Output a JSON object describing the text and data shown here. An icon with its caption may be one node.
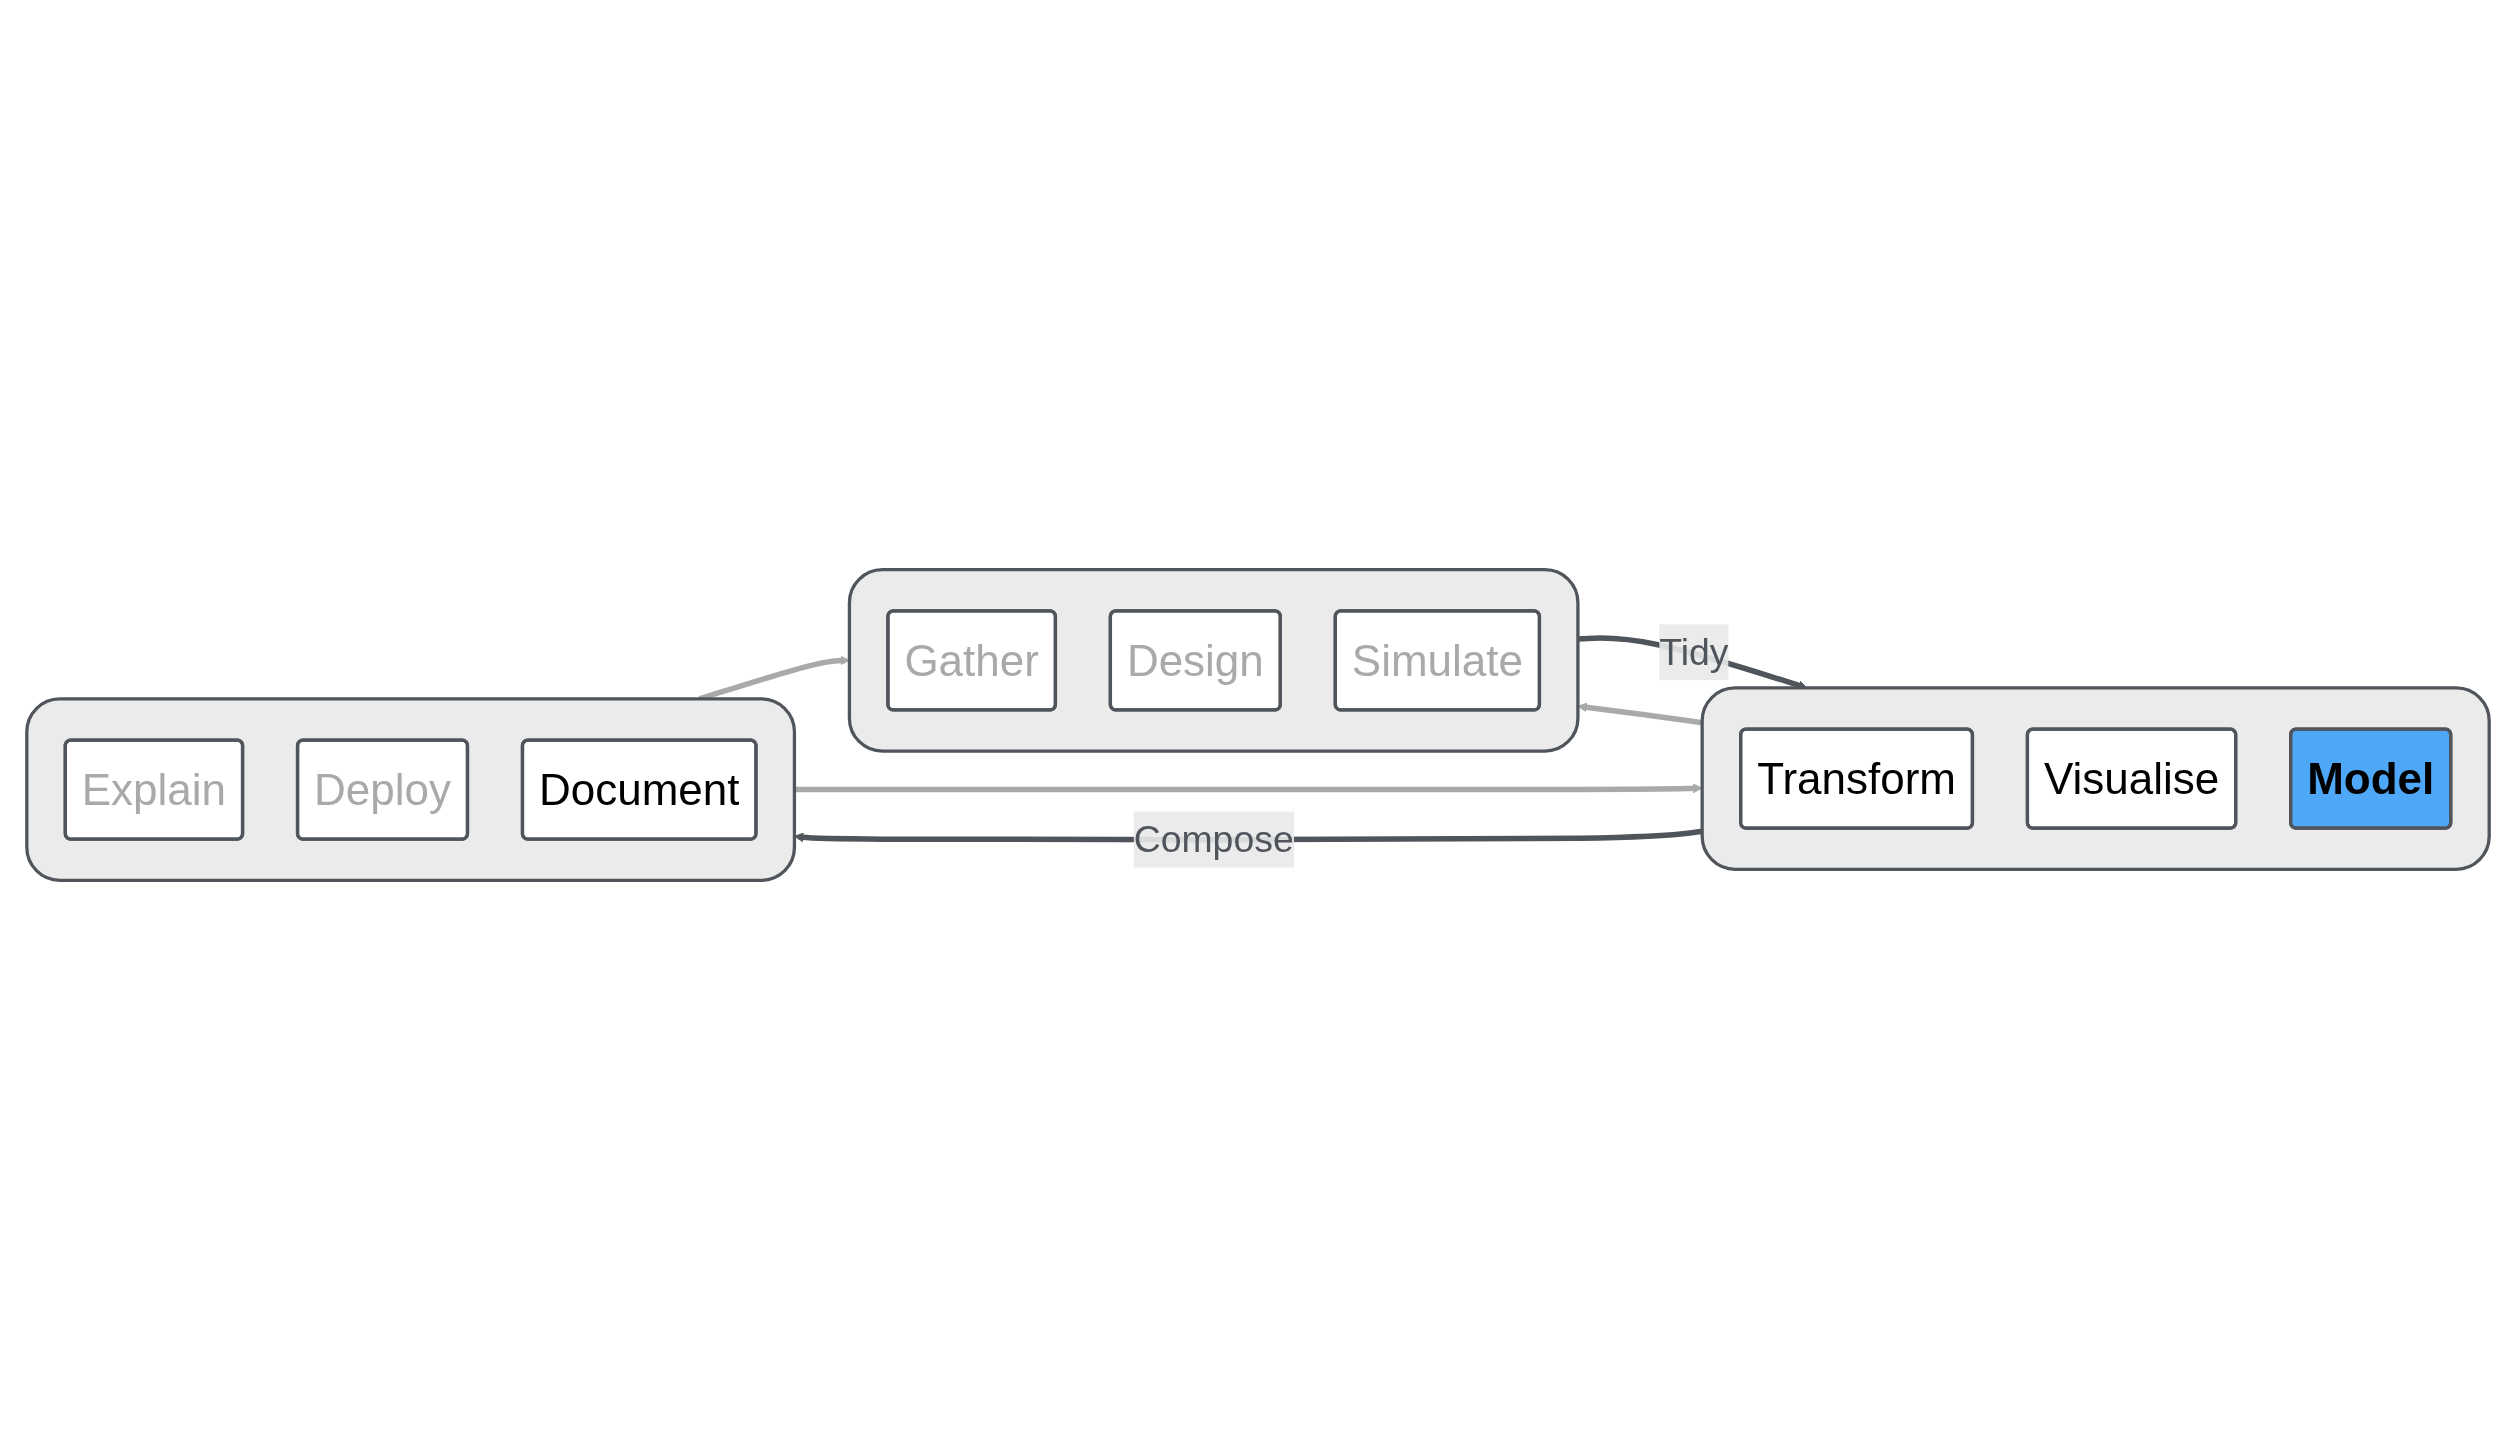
{
  "diagram": {
    "nodes": [
      {
        "text": [],
        "shape": "box"
      },
      {
        "text": [
          "Gather"
        ],
        "in": 0
      },
      {
        "text": [
          "Design"
        ],
        "in": 0
      },
      {
        "text": [
          "Simulate"
        ],
        "in": 0
      },
      {
        "text": [],
        "shape": "box"
      },
      {
        "text": [
          "Transform"
        ],
        "in": 4
      },
      {
        "text": [
          "Visualise"
        ],
        "in": 4
      },
      {
        "text": [
          "Model"
        ],
        "in": 4
      },
      {
        "text": [],
        "shape": "box"
      },
      {
        "text": [
          "Explain"
        ],
        "in": 8
      },
      {
        "text": [
          "Deploy"
        ],
        "in": 8
      },
      {
        "text": [
          "Document"
        ],
        "in": 8
      }
    ],
    "edges": [
      {
        "from": 0,
        "to": 4,
        "arrow": "to",
        "label": "Tidy",
        "color": "#50555b"
      },
      {
        "from": 4,
        "to": 0,
        "arrow": "to"
      },
      {
        "from": 8,
        "to": 0,
        "arrow": "to"
      },
      {
        "from": 8,
        "to": 4,
        "arrow": "to"
      },
      {
        "from": 4,
        "to": 8,
        "arrow": "to",
        "label": "Compose",
        "color": "#50555b"
      }
    ]
  }
}
